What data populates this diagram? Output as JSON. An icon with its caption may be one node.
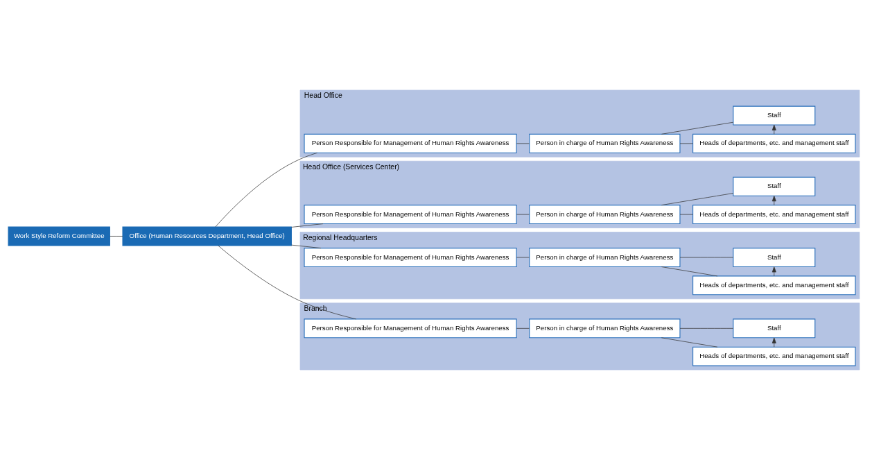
{
  "diagram": {
    "nodes": [
      {
        "text": [
          "Work Style Reform Committee"
        ]
      },
      {
        "text": [
          "Office (Human Resources Department, Head Office)"
        ]
      },
      {
        "text": [
          "Head Office"
        ]
      },
      {
        "text": [
          "Person Responsible for Management of Human Rights Awareness"
        ],
        "in": 2
      },
      {
        "text": [
          "Person in charge of Human Rights Awareness"
        ],
        "in": 2
      },
      {
        "text": [
          "Heads of departments, etc. and management staff"
        ],
        "in": 2
      },
      {
        "text": [
          "Staff"
        ],
        "in": 2
      },
      {
        "text": [
          "Head Office (Services Center)"
        ]
      },
      {
        "text": [
          "Person Responsible for Management of Human Rights Awareness"
        ],
        "in": 7
      },
      {
        "text": [
          "Person in charge of Human Rights Awareness"
        ],
        "in": 7
      },
      {
        "text": [
          "Heads of departments, etc. and management staff"
        ],
        "in": 7
      },
      {
        "text": [
          "Staff"
        ],
        "in": 7
      },
      {
        "text": [
          "Regional Headquarters"
        ]
      },
      {
        "text": [
          "Person Responsible for Management of Human Rights Awareness"
        ],
        "in": 12
      },
      {
        "text": [
          "Person in charge of Human Rights Awareness"
        ],
        "in": 12
      },
      {
        "text": [
          "Heads of departments, etc. and management staff"
        ],
        "in": 12
      },
      {
        "text": [
          "Staff"
        ],
        "in": 12
      },
      {
        "text": [
          "Branch"
        ]
      },
      {
        "text": [
          "Person Responsible for Management of Human Rights Awareness"
        ],
        "in": 17
      },
      {
        "text": [
          "Person in charge of Human Rights Awareness"
        ],
        "in": 17
      },
      {
        "text": [
          "Heads of departments, etc. and management staff"
        ],
        "in": 17
      },
      {
        "text": [
          "Staff"
        ],
        "in": 17
      }
    ],
    "edges": [
      {
        "from": 0,
        "to": 1,
        "arrow": "none"
      },
      {
        "from": 1,
        "to": 3,
        "arrow": "none"
      },
      {
        "from": 1,
        "to": 8,
        "arrow": "none"
      },
      {
        "from": 1,
        "to": 13,
        "arrow": "none"
      },
      {
        "from": 1,
        "to": 18,
        "arrow": "none"
      },
      {
        "from": 3,
        "to": 4,
        "arrow": "none"
      },
      {
        "from": 4,
        "to": 5,
        "arrow": "none"
      },
      {
        "from": 4,
        "to": 6,
        "arrow": "none"
      },
      {
        "from": 5,
        "to": 6,
        "arrow": "to"
      },
      {
        "from": 8,
        "to": 9,
        "arrow": "none"
      },
      {
        "from": 9,
        "to": 10,
        "arrow": "none"
      },
      {
        "from": 9,
        "to": 11,
        "arrow": "none"
      },
      {
        "from": 10,
        "to": 11,
        "arrow": "to"
      },
      {
        "from": 13,
        "to": 14,
        "arrow": "none"
      },
      {
        "from": 14,
        "to": 15,
        "arrow": "none"
      },
      {
        "from": 14,
        "to": 16,
        "arrow": "none"
      },
      {
        "from": 15,
        "to": 16,
        "arrow": "to"
      },
      {
        "from": 18,
        "to": 19,
        "arrow": "none"
      },
      {
        "from": 19,
        "to": 20,
        "arrow": "none"
      },
      {
        "from": 19,
        "to": 21,
        "arrow": "none"
      },
      {
        "from": 20,
        "to": 21,
        "arrow": "to"
      }
    ]
  }
}
